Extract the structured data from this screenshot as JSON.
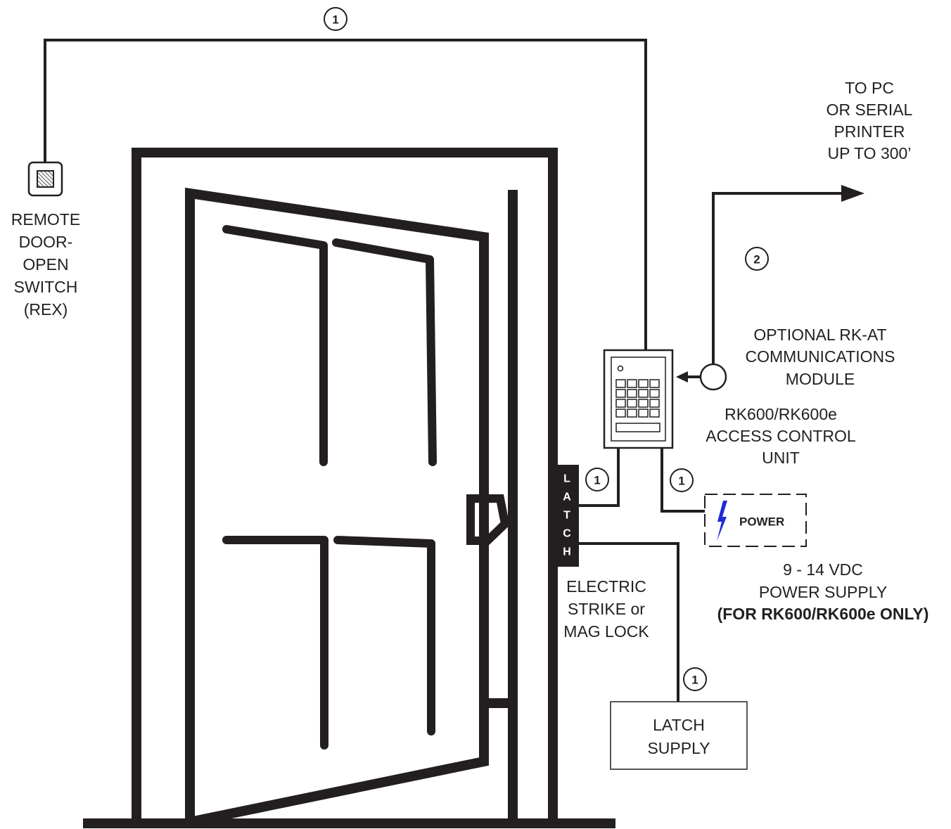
{
  "labels": {
    "rex": [
      "REMOTE",
      "DOOR-",
      "OPEN",
      "SWITCH",
      "(REX)"
    ],
    "to_pc": [
      "TO PC",
      "OR SERIAL",
      "PRINTER",
      "UP TO 300’"
    ],
    "comm_module": [
      "OPTIONAL RK-AT",
      "COMMUNICATIONS",
      "MODULE"
    ],
    "access_unit": [
      "RK600/RK600e",
      "ACCESS CONTROL",
      "UNIT"
    ],
    "power_supply": [
      "9 - 14 VDC",
      "POWER SUPPLY"
    ],
    "power_supply_note": "(FOR RK600/RK600e ONLY)",
    "electric_strike": [
      "ELECTRIC",
      "STRIKE or",
      "MAG LOCK"
    ],
    "latch_supply": [
      "LATCH",
      "SUPPLY"
    ],
    "latch_letters": [
      "L",
      "A",
      "T",
      "C",
      "H"
    ],
    "power_box": "POWER"
  },
  "wire_numbers": {
    "top": "1",
    "comm": "2",
    "latch": "1",
    "power": "1",
    "supply": "1"
  },
  "colors": {
    "ink": "#231f20",
    "lightning": "#1f2bd6"
  },
  "icons": {
    "lightning": "lightning-bolt-icon",
    "rex_button": "rex-switch-icon",
    "keypad": "keypad-icon"
  }
}
